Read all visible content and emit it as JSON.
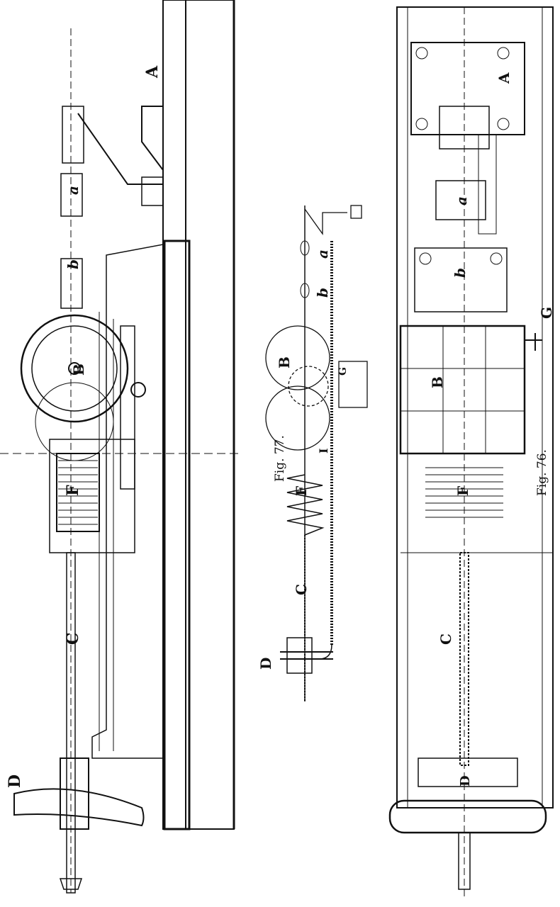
{
  "figures": [
    {
      "id": "side-view",
      "labels": {
        "A": "A",
        "a": "a",
        "b": "b",
        "B": "B",
        "F": "F",
        "C": "C",
        "D": "D"
      }
    },
    {
      "id": "fig-77",
      "caption": "Fig. 77.",
      "labels": {
        "a": "a",
        "b": "b",
        "B": "B",
        "G": "G",
        "F": "F",
        "I": "I",
        "C": "C",
        "D": "D"
      }
    },
    {
      "id": "fig-76",
      "caption": "Fig. 76.",
      "labels": {
        "A": "A",
        "a": "a",
        "b": "b",
        "G": "G",
        "B": "B",
        "F": "F",
        "C": "C",
        "D": "D"
      }
    }
  ]
}
